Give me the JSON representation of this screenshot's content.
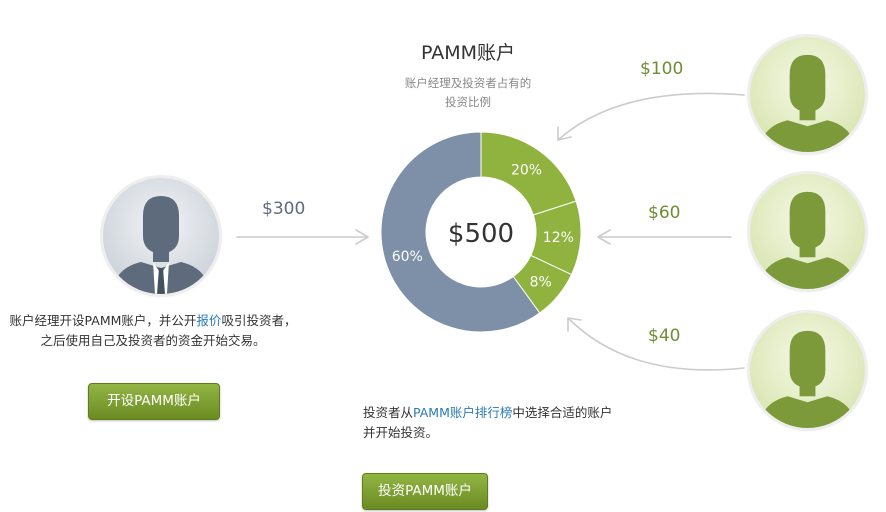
{
  "title": "PAMM账户",
  "subtitle_line1": "账户经理及投资者占有的",
  "subtitle_line2": "投资比例",
  "manager": {
    "amount": "$300",
    "desc_pre": "账户经理开设PAMM账户，并公开",
    "desc_link": "报价",
    "desc_post": "吸引投资者，之后使用自己及投资者的资金开始交易。",
    "button": "开设PAMM账户"
  },
  "investors": {
    "amounts": [
      "$100",
      "$60",
      "$40"
    ],
    "desc_pre": "投资者从",
    "desc_link": "PAMM账户排行榜",
    "desc_post": "中选择合适的账户并开始投资。",
    "button": "投资PAMM账户"
  },
  "donut": {
    "total": "$500",
    "segments": [
      {
        "label": "60%",
        "value": 60,
        "color": "#7d90a8"
      },
      {
        "label": "20%",
        "value": 20,
        "color": "#8fb33e"
      },
      {
        "label": "12%",
        "value": 12,
        "color": "#8fb33e"
      },
      {
        "label": "8%",
        "value": 8,
        "color": "#8fb33e"
      }
    ]
  },
  "colors": {
    "manager": "#5b6c7f",
    "investor": "#6f8e33",
    "link": "#2a7ab5"
  }
}
